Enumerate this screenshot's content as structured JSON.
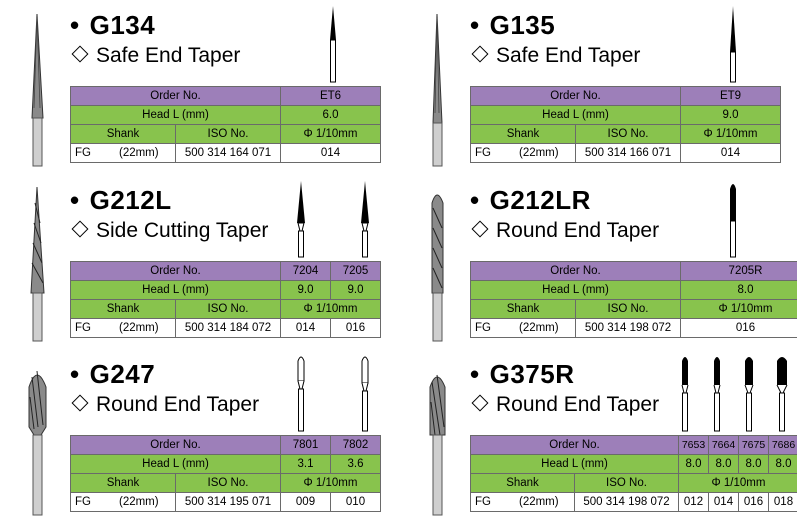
{
  "labels": {
    "order": "Order No.",
    "head": "Head L (mm)",
    "shank": "Shank",
    "iso": "ISO No.",
    "phi": "Φ 1/10mm",
    "fg": "FG",
    "length": "(22mm)"
  },
  "products": [
    {
      "code": "G134",
      "name": "Safe End Taper",
      "iso": "500 314 164 071",
      "orders": [
        "ET6"
      ],
      "heads": [
        "6.0"
      ],
      "sizes": [
        "014"
      ]
    },
    {
      "code": "G135",
      "name": "Safe End Taper",
      "iso": "500 314 166 071",
      "orders": [
        "ET9"
      ],
      "heads": [
        "9.0"
      ],
      "sizes": [
        "014"
      ]
    },
    {
      "code": "G212L",
      "name": "Side Cutting Taper",
      "iso": "500 314 184 072",
      "orders": [
        "7204",
        "7205"
      ],
      "heads": [
        "9.0",
        "9.0"
      ],
      "sizes": [
        "014",
        "016"
      ]
    },
    {
      "code": "G212LR",
      "name": "Round End Taper",
      "iso": "500 314 198 072",
      "orders": [
        "7205R"
      ],
      "heads": [
        "8.0"
      ],
      "sizes": [
        "016"
      ]
    },
    {
      "code": "G247",
      "name": "Round End Taper",
      "iso": "500 314 195 071",
      "orders": [
        "7801",
        "7802"
      ],
      "heads": [
        "3.1",
        "3.6"
      ],
      "sizes": [
        "009",
        "010"
      ]
    },
    {
      "code": "G375R",
      "name": "Round End Taper",
      "iso": "500 314 198 072",
      "orders": [
        "7653",
        "7664",
        "7675",
        "7686"
      ],
      "heads": [
        "8.0",
        "8.0",
        "8.0",
        "8.0"
      ],
      "sizes": [
        "012",
        "014",
        "016",
        "018"
      ]
    }
  ]
}
